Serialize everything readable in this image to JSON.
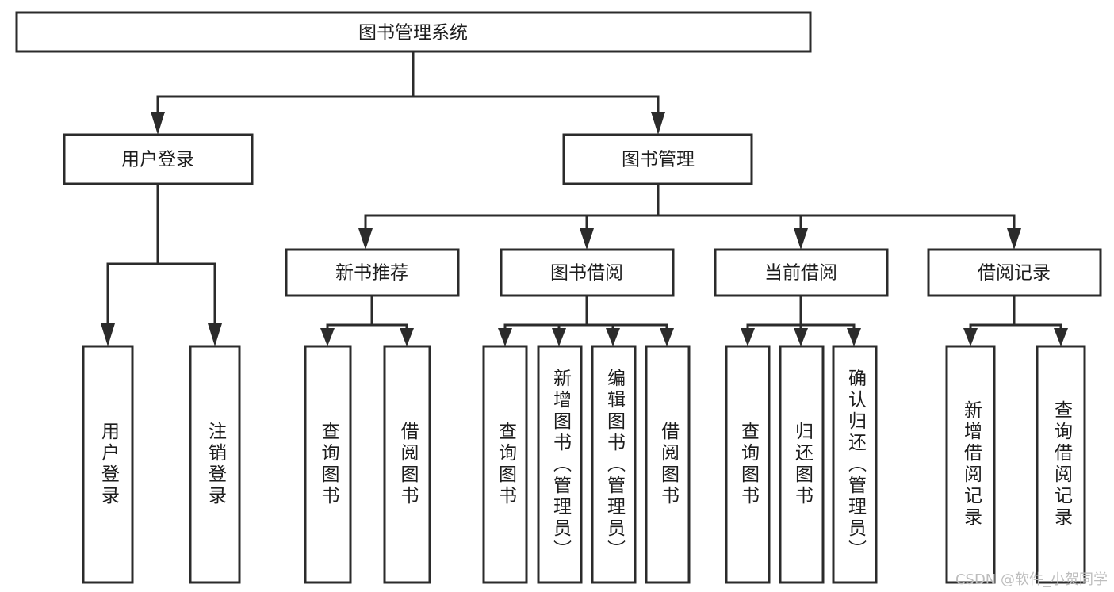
{
  "diagram": {
    "title": "图书管理系统",
    "type": "tree",
    "orientation": "top-down",
    "colors": {
      "stroke": "#2b2b2b",
      "fill": "#ffffff",
      "text": "#1d1d1d",
      "background": "#ffffff",
      "watermark": "#bdbdbd"
    }
  },
  "watermark": {
    "text": "CSDN @软件_小贺同学"
  },
  "root": {
    "label": "图书管理系统"
  },
  "level2": [
    {
      "id": "user-login",
      "label": "用户登录"
    },
    {
      "id": "book-manage",
      "label": "图书管理"
    }
  ],
  "level3": [
    {
      "id": "new-book-recommend",
      "label": "新书推荐",
      "parent": "book-manage"
    },
    {
      "id": "book-borrow",
      "label": "图书借阅",
      "parent": "book-manage"
    },
    {
      "id": "current-borrow",
      "label": "当前借阅",
      "parent": "book-manage"
    },
    {
      "id": "borrow-record",
      "label": "借阅记录",
      "parent": "book-manage"
    }
  ],
  "leaves": [
    {
      "id": "leaf-user-login",
      "label": "用户登录",
      "parent": "user-login"
    },
    {
      "id": "leaf-user-logout",
      "label": "注销登录",
      "parent": "user-login"
    },
    {
      "id": "leaf-query-book-1",
      "label": "查询图书",
      "parent": "new-book-recommend"
    },
    {
      "id": "leaf-borrow-book-1",
      "label": "借阅图书",
      "parent": "new-book-recommend"
    },
    {
      "id": "leaf-query-book-2",
      "label": "查询图书",
      "parent": "book-borrow"
    },
    {
      "id": "leaf-add-book",
      "label": "新增图书（管理员）",
      "parent": "book-borrow"
    },
    {
      "id": "leaf-edit-book",
      "label": "编辑图书（管理员）",
      "parent": "book-borrow"
    },
    {
      "id": "leaf-borrow-book-2",
      "label": "借阅图书",
      "parent": "book-borrow"
    },
    {
      "id": "leaf-query-book-3",
      "label": "查询图书",
      "parent": "current-borrow"
    },
    {
      "id": "leaf-return-book",
      "label": "归还图书",
      "parent": "current-borrow"
    },
    {
      "id": "leaf-confirm-return",
      "label": "确认归还（管理员）",
      "parent": "current-borrow"
    },
    {
      "id": "leaf-add-record",
      "label": "新增借阅记录",
      "parent": "borrow-record"
    },
    {
      "id": "leaf-query-record",
      "label": "查询借阅记录",
      "parent": "borrow-record"
    }
  ]
}
